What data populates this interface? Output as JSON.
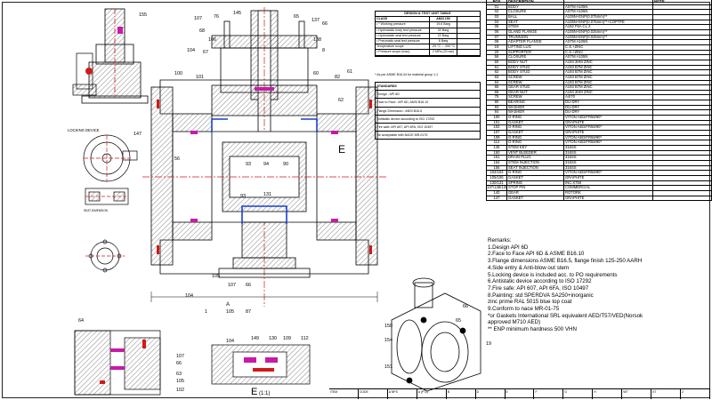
{
  "design_table": {
    "title": "DESIGN & TEST UNIT TABLE",
    "rows": [
      {
        "k": "CLASS",
        "v": "ANSI 150",
        "u": ""
      },
      {
        "k": "• * Working pressure",
        "v": "19,6 Barg",
        "u": ""
      },
      {
        "k": "• Hydrostatic body test pressure",
        "v": "30 Barg",
        "u": ""
      },
      {
        "k": "• Hydrostatic seat test pressure",
        "v": "22 Barg",
        "u": ""
      },
      {
        "k": "• Pneumatic seat test pressure",
        "v": "6 Barg",
        "u": ""
      },
      {
        "k": "Temperature scope",
        "v": "-29 °C ... 200 °C",
        "u": ""
      },
      {
        "k": "• Pressure scope (max)",
        "v": "2 MPa (20 bar)",
        "u": ""
      }
    ],
    "note": "* As per ASME B16,34 for material group 1,1"
  },
  "standards": {
    "title": "STANDARDS",
    "items": [
      "Design : API 6D",
      "Face to Face : API 6D, ANSI B16.10",
      "Flange Dimension : ANSI B16.5",
      "Antistatic device according to ISO 17292",
      "Fire safe: API 607, API 6FA, ISO 10497",
      "Be acceptable with NACE MR-0175"
    ]
  },
  "parts_header": {
    "pos": "POS",
    "qty": "",
    "desc": "DESCRIPTION",
    "note": "NOTE"
  },
  "parts": [
    {
      "pos": "01",
      "desc": "BODY",
      "mat": "ASTM A105N"
    },
    {
      "pos": "02",
      "desc": "CLOSURE",
      "mat": "ASTM A105N"
    },
    {
      "pos": "03",
      "desc": "BALL",
      "mat": "A105N+ENP(0.075mm)**"
    },
    {
      "pos": "04",
      "desc": "SEAT",
      "mat": "A105N+ENP(0.075mm)**+COPTFE"
    },
    {
      "pos": "05",
      "desc": "STEM",
      "mat": "A182 F6A CL.2"
    },
    {
      "pos": "06",
      "desc": "GLAND FLANGE",
      "mat": "A105N+ENP(0.025mm)**"
    },
    {
      "pos": "07",
      "desc": "TRUNNION",
      "mat": "A105N+ENP(0.025mm)**"
    },
    {
      "pos": "08",
      "desc": "ADAPTER FLANGE",
      "mat": "ASTM A105N"
    },
    {
      "pos": "19",
      "desc": "LIFTING LUG",
      "mat": "C.S.+ZINC"
    },
    {
      "pos": "20",
      "desc": "SUPPORTER",
      "mat": "C.S.+ZINC"
    },
    {
      "pos": "56",
      "desc": "CLOSURE",
      "mat": "ASTM A105N"
    },
    {
      "pos": "60",
      "desc": "BODY NUT",
      "mat": "A194 2HM ZINC"
    },
    {
      "pos": "61",
      "desc": "BODY STUD",
      "mat": "A193 B7M ZINC"
    },
    {
      "pos": "62",
      "desc": "BODY STUD",
      "mat": "A193 B7M ZINC"
    },
    {
      "pos": "63",
      "desc": "SCREW",
      "mat": "A193 B7M ZINC"
    },
    {
      "pos": "64",
      "desc": "SCREW",
      "mat": "A193 B7M ZINC"
    },
    {
      "pos": "65",
      "desc": "GEAR STUD",
      "mat": "A193 B7M ZINC"
    },
    {
      "pos": "66",
      "desc": "GEAR NUT",
      "mat": "A194 2HM ZINC"
    },
    {
      "pos": "75",
      "desc": "SCREW",
      "mat": "A4/70"
    },
    {
      "pos": "90",
      "desc": "BEARING",
      "mat": "DU-DRY"
    },
    {
      "pos": "93",
      "desc": "WASHER",
      "mat": "DU-DRY"
    },
    {
      "pos": "94",
      "desc": "WASHER",
      "mat": "DU-DRY"
    },
    {
      "pos": "100",
      "desc": "O-RING",
      "mat": "VITON AED/FR58/90*"
    },
    {
      "pos": "101",
      "desc": "GASKET",
      "mat": "GRAPHITE"
    },
    {
      "pos": "102",
      "desc": "O-RING",
      "mat": "VITON AED/FR58/90*"
    },
    {
      "pos": "107",
      "desc": "GASKET",
      "mat": "GRAPHITE"
    },
    {
      "pos": "109",
      "desc": "O-RING",
      "mat": "VITON AED/FR58/90*"
    },
    {
      "pos": "112",
      "desc": "O-RING",
      "mat": "VITON AED/FR58/90*"
    },
    {
      "pos": "145",
      "desc": "STEM KEY",
      "mat": "316SS"
    },
    {
      "pos": "150",
      "desc": "VENT BLEEDER",
      "mat": "316SS"
    },
    {
      "pos": "151",
      "desc": "DRAIN PLUG",
      "mat": "316SS"
    },
    {
      "pos": "154",
      "desc": "STEM INJECTION",
      "mat": "316SS"
    },
    {
      "pos": "155",
      "desc": "SEAT INJECTION",
      "mat": "316SS"
    },
    {
      "pos": "102/104",
      "desc": "O-RING",
      "mat": "VITON AED/FR58/90*"
    },
    {
      "pos": "105/106",
      "desc": "GASKET",
      "mat": "GRAPHITE"
    },
    {
      "pos": "130/131",
      "desc": "SPRING",
      "mat": "INC.X750"
    },
    {
      "pos": "137/138/139",
      "desc": "STOP PIN",
      "mat": "COMMERCIAL"
    },
    {
      "pos": "140",
      "desc": "GEAR",
      "mat": "ROTORK"
    },
    {
      "pos": "147",
      "desc": "GASKET",
      "mat": "GRAPHITE"
    }
  ],
  "remarks": {
    "title": "Remarks:",
    "items": [
      "1.Design API 6D",
      "2.Face to Face API 6D & ASME B16.10",
      "3.Flange dimensions ASME B16.5, flange finish 125-250 AARH",
      "4.Side entry & Anti-blow out stem",
      "5.Locking device is included acc. to PO requirements",
      "6.Antistatic device according to ISO 17292",
      "7.Fire safe: API 607, API 6FA, ISO 10497",
      "8.Painting: std SPERDVA SA250+inorganic",
      "  zinc prime RAL 5015 blue top coat",
      "9.Conform to nace MR-01-75",
      "*or Gaskets International SRL equivalent AED/T57/VED(Norsok",
      "  approved M710 AED)",
      "** ENP minimum hardness 500 VHN"
    ]
  },
  "labels": {
    "locking_device": "LOCKING DEVICE",
    "seat_dimension": "SEAT DIMENSION",
    "section_e": "E",
    "detail_e": "E",
    "detail_scale": "(1:1)",
    "a_mark": "A",
    "balloons_main": [
      "107",
      "76",
      "145",
      "65",
      "137",
      "66",
      "68",
      "106",
      "67",
      "138",
      "8",
      "104",
      "100",
      "101",
      "60",
      "82",
      "61",
      "62",
      "56",
      "93",
      "94",
      "90",
      "131",
      "93",
      "105",
      "107",
      "66",
      "104",
      "1",
      "105",
      "87"
    ],
    "balloons_detail": [
      "104",
      "149",
      "130",
      "109",
      "112"
    ],
    "balloons_left_bottom": [
      "64",
      "107",
      "66",
      "63",
      "105",
      "102"
    ],
    "balloons_iso": [
      "66",
      "65",
      "150",
      "154",
      "19",
      "151"
    ],
    "balloon_155": "155",
    "balloon_147": "147"
  },
  "strip": [
    "ITEM",
    "CODE",
    "A NPS",
    "A (PT2)",
    "B",
    "D",
    "E",
    "F",
    "G",
    "H",
    "WT",
    "ST",
    "Z"
  ],
  "colors": {
    "line": "#000000",
    "red": "#d11a1a",
    "blue": "#1a3fd1",
    "magenta": "#c71ba7",
    "hatch": "#3a3a3a"
  }
}
